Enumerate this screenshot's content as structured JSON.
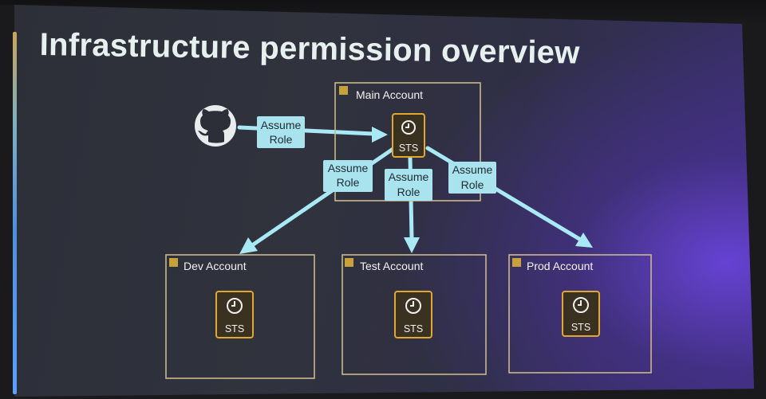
{
  "slide": {
    "title": "Infrastructure permission overview"
  },
  "diagram": {
    "source": {
      "icon": "github-icon"
    },
    "accounts": [
      {
        "id": "main",
        "label": "Main Account",
        "service_label": "STS"
      },
      {
        "id": "dev",
        "label": "Dev Account",
        "service_label": "STS"
      },
      {
        "id": "test",
        "label": "Test Account",
        "service_label": "STS"
      },
      {
        "id": "prod",
        "label": "Prod Account",
        "service_label": "STS"
      }
    ],
    "edges": [
      {
        "from": "github",
        "to": "main",
        "label_line1": "Assume",
        "label_line2": "Role"
      },
      {
        "from": "main",
        "to": "dev",
        "label_line1": "Assume",
        "label_line2": "Role"
      },
      {
        "from": "main",
        "to": "test",
        "label_line1": "Assume",
        "label_line2": "Role"
      },
      {
        "from": "main",
        "to": "prod",
        "label_line1": "Assume",
        "label_line2": "Role"
      }
    ],
    "colors": {
      "arrow": "#a9e9f5",
      "account_border": "#c9b98a",
      "sts_border": "#e0a830",
      "title": "#e6f0ee",
      "accent_purple": "#6e46e6"
    }
  }
}
